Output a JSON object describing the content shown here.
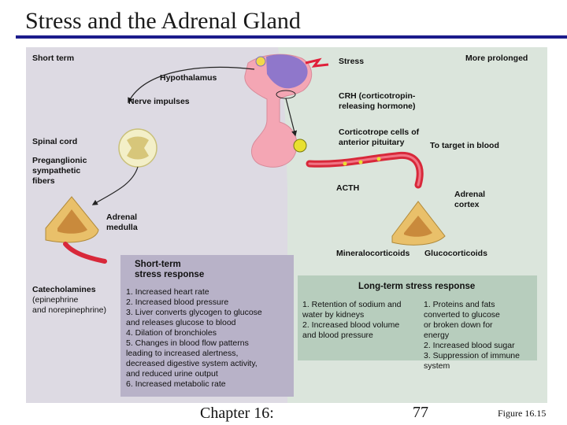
{
  "slide": {
    "title": "Stress and the Adrenal Gland",
    "chapter": "Chapter 16:",
    "page_number": "77",
    "figure_ref": "Figure 16.15"
  },
  "figure": {
    "section_short": "Short term",
    "section_long": "More prolonged",
    "labels": {
      "stress": "Stress",
      "hypothalamus": "Hypothalamus",
      "nerve_impulses": "Nerve impulses",
      "crh_1": "CRH (corticotropin-",
      "crh_2": "releasing hormone)",
      "spinal_cord": "Spinal cord",
      "corticotrope_1": "Corticotrope cells of",
      "corticotrope_2": "anterior pituitary",
      "to_target": "To target in blood",
      "pregang_1": "Preganglionic",
      "pregang_2": "sympathetic",
      "pregang_3": "fibers",
      "acth": "ACTH",
      "adrenal_cortex_1": "Adrenal",
      "adrenal_cortex_2": "cortex",
      "adrenal_medulla_1": "Adrenal",
      "adrenal_medulla_2": "medulla",
      "mineralocorticoids": "Mineralocorticoids",
      "glucocorticoids": "Glucocorticoids",
      "catechol_1": "Catecholamines",
      "catechol_2": "(epinephrine",
      "catechol_3": "and norepinephrine)"
    },
    "short_term_box": {
      "title_1": "Short-term",
      "title_2": "stress response",
      "lines": [
        "1. Increased heart rate",
        "2. Increased blood pressure",
        "3. Liver converts glycogen to glucose",
        "    and releases glucose to blood",
        "4. Dilation of bronchioles",
        "5. Changes in blood flow patterns",
        "    leading to increased alertness,",
        "    decreased digestive system activity,",
        "    and reduced urine output",
        "6. Increased metabolic rate"
      ]
    },
    "long_term_box": {
      "title": "Long-term stress response",
      "mineral_lines": [
        "1. Retention of sodium and",
        "    water by kidneys",
        "2. Increased blood volume",
        "    and blood pressure"
      ],
      "gluco_lines": [
        "1. Proteins and fats",
        "    converted to glucose",
        "    or broken down for",
        "    energy",
        "2. Increased blood sugar",
        "3. Suppression of immune",
        "    system"
      ]
    }
  },
  "colors": {
    "title_rule": "#1c1c8c",
    "short_bg": "#dddae3",
    "long_bg": "#dbe5dc",
    "short_box": "#b8b2c8",
    "long_box": "#b7cdbd",
    "hypothalamus": "#f4a6b4",
    "blood_vessel": "#d8283a"
  }
}
